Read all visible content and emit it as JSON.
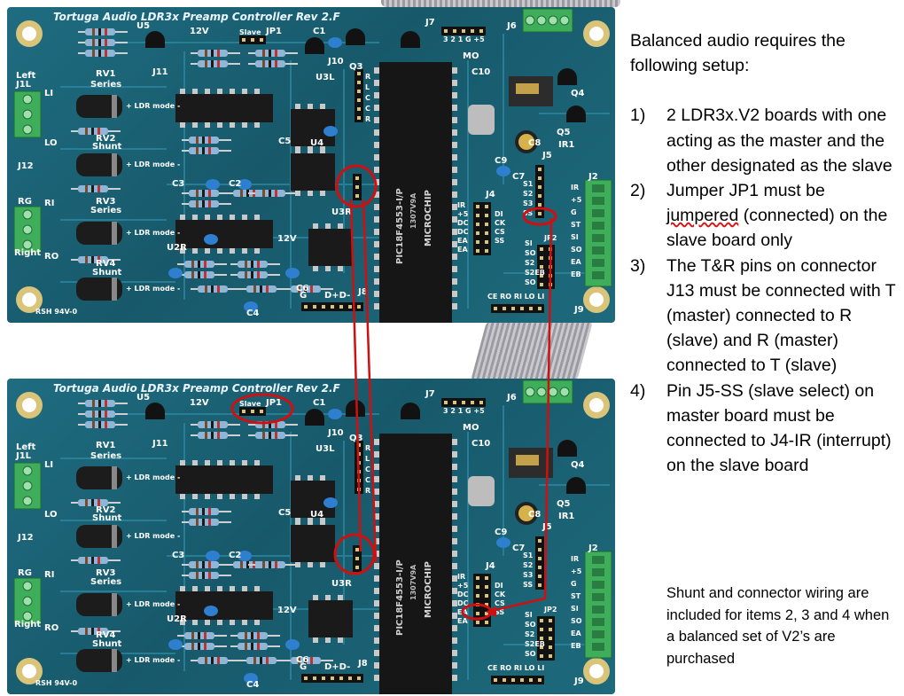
{
  "boards": [
    {
      "title": "Tortuga Audio LDR3x Preamp Controller Rev 2.F",
      "labels": {
        "left": "Left",
        "j1l": "J1L",
        "li": "LI",
        "lo": "LO",
        "j12": "J12",
        "rg": "RG",
        "ri": "RI",
        "ro": "RO",
        "right": "Right",
        "rv1": "RV1",
        "series1": "Series",
        "rv2": "RV2",
        "shunt2": "Shunt",
        "rv3": "RV3",
        "series3": "Series",
        "rv4": "RV4",
        "shunt4": "Shunt",
        "rsh": "RSH 94V-0",
        "u5": "U5",
        "j11": "J11",
        "v12": "12V",
        "slave": "Slave",
        "jp1": "JP1",
        "c1": "C1",
        "q3": "Q3",
        "u3l": "U3L",
        "j10": "J10",
        "c5": "C5",
        "u4": "U4",
        "c3": "C3",
        "c2": "C2",
        "u3r": "U3R",
        "u2r": "U2R",
        "c6": "C6",
        "c4": "C4",
        "g": "G",
        "dd": "D+D-",
        "j8": "J8",
        "j7": "J7",
        "j7pins": "3 2 1 G +5",
        "j6": "J6",
        "mo": "MO",
        "c10": "C10",
        "c8": "C8",
        "c9": "C9",
        "c7": "C7",
        "j5": "J5",
        "j4": "J4",
        "q4": "Q4",
        "q5": "Q5",
        "ir1": "IR1",
        "j2": "J2",
        "j9": "J9",
        "jp2": "JP2",
        "j9pins": "CE RO RI LO LI",
        "chip": "PIC18F4553-I/P",
        "chip_brand": "MICROCHIP",
        "chip_code": "1307V9A",
        "j4pins": [
          "IR",
          "+5",
          "DC",
          "DC",
          "EA",
          "EA"
        ],
        "j4right": [
          "DI",
          "CK",
          "CS",
          "SS"
        ],
        "j5pins": [
          "S1",
          "S2",
          "S3",
          "SS"
        ],
        "j2pins": [
          "IR",
          "+5",
          "G",
          "ST",
          "SI",
          "SO",
          "EA",
          "EB"
        ],
        "jp2pins": [
          "SI",
          "SO",
          "S2",
          "S2EB",
          "SO"
        ],
        "j10pins": [
          "R",
          "L",
          "C",
          "C",
          "R"
        ],
        "dc_label": "+ LDR mode -"
      }
    },
    {
      "title": "Tortuga Audio LDR3x Preamp Controller Rev 2.F",
      "labels": {
        "left": "Left",
        "j1l": "J1L",
        "li": "LI",
        "lo": "LO",
        "j12": "J12",
        "rg": "RG",
        "ri": "RI",
        "ro": "RO",
        "right": "Right",
        "rv1": "RV1",
        "series1": "Series",
        "rv2": "RV2",
        "shunt2": "Shunt",
        "rv3": "RV3",
        "series3": "Series",
        "rv4": "RV4",
        "shunt4": "Shunt",
        "rsh": "RSH 94V-0",
        "u5": "U5",
        "j11": "J11",
        "v12": "12V",
        "slave": "Slave",
        "jp1": "JP1",
        "c1": "C1",
        "q3": "Q3",
        "u3l": "U3L",
        "j10": "J10",
        "c5": "C5",
        "u4": "U4",
        "c3": "C3",
        "c2": "C2",
        "u3r": "U3R",
        "u2r": "U2R",
        "c6": "C6",
        "c4": "C4",
        "g": "G",
        "dd": "D+D-",
        "j8": "J8",
        "j7": "J7",
        "j7pins": "3 2 1 G +5",
        "j6": "J6",
        "mo": "MO",
        "c10": "C10",
        "c8": "C8",
        "c9": "C9",
        "c7": "C7",
        "j5": "J5",
        "j4": "J4",
        "q4": "Q4",
        "q5": "Q5",
        "ir1": "IR1",
        "j2": "J2",
        "j9": "J9",
        "jp2": "JP2",
        "j9pins": "CE RO RI LO LI",
        "chip": "PIC18F4553-I/P",
        "chip_brand": "MICROCHIP",
        "chip_code": "1307V9A",
        "j4pins": [
          "IR",
          "+5",
          "DC",
          "DC",
          "EA",
          "EA"
        ],
        "j4right": [
          "DI",
          "CK",
          "CS",
          "SS"
        ],
        "j5pins": [
          "S1",
          "S2",
          "S3",
          "SS"
        ],
        "j2pins": [
          "IR",
          "+5",
          "G",
          "ST",
          "SI",
          "SO",
          "EA",
          "EB"
        ],
        "jp2pins": [
          "SI",
          "SO",
          "S2",
          "S2EB",
          "SO"
        ],
        "j10pins": [
          "R",
          "L",
          "C",
          "C",
          "R"
        ],
        "dc_label": "+ LDR mode -"
      }
    }
  ],
  "notes": {
    "heading": "Balanced audio requires the following setup:",
    "items": [
      {
        "num": "1)",
        "text": "2 LDR3x.V2 boards with one acting as the master and the other designated as the slave"
      },
      {
        "num": "2)",
        "pre": "Jumper JP1 must be ",
        "underlined": "jumpered",
        "post": " (connected) on the slave board only"
      },
      {
        "num": "3)",
        "text": "The T&R pins on connector J13 must be connected with T (master) connected to R (slave) and R (master) connected to T (slave)"
      },
      {
        "num": "4)",
        "text": "Pin J5-SS (slave select) on master board must be connected to J4-IR (interrupt) on the slave board"
      }
    ],
    "footnote": "Shunt and connector wiring are included for items 2, 3 and 4 when a balanced set of V2’s are purchased"
  },
  "colors": {
    "pcb": "#1c6577",
    "annotation_red": "#d01010",
    "resistor": "#8fb6d6",
    "capacitor": "#2f7fd0",
    "terminal_green": "#3fae5a",
    "chip_black": "#1a1a1a"
  }
}
